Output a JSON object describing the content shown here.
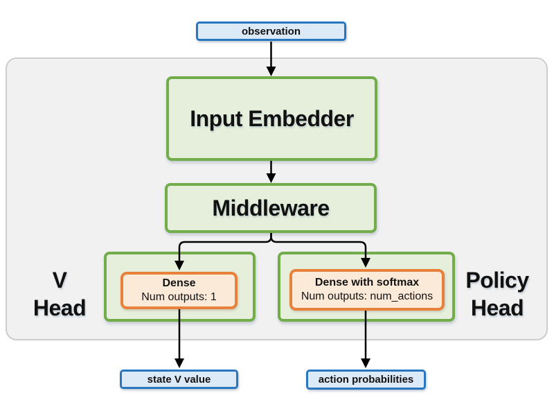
{
  "nodes": {
    "observation": {
      "label": "observation"
    },
    "input_embedder": {
      "label": "Input Embedder"
    },
    "middleware": {
      "label": "Middleware"
    },
    "v_head": {
      "line1": "V",
      "line2": "Head"
    },
    "v_dense": {
      "title": "Dense",
      "subtitle": "Num outputs: 1"
    },
    "policy_head": {
      "line1": "Policy",
      "line2": "Head"
    },
    "policy_dense": {
      "title": "Dense with softmax",
      "subtitle": "Num outputs: num_actions"
    },
    "state_v_value": {
      "label": "state V value"
    },
    "action_probabilities": {
      "label": "action probabilities"
    }
  },
  "colors": {
    "io_box_border": "#2776bf",
    "io_box_fill": "#dce9f7",
    "module_border": "#72ac4b",
    "module_fill": "#e6efdc",
    "layer_border": "#e8813b",
    "layer_fill": "#fcead9",
    "panel_fill": "#f1f1f1",
    "panel_border": "#cccccc",
    "arrow": "#000000"
  }
}
